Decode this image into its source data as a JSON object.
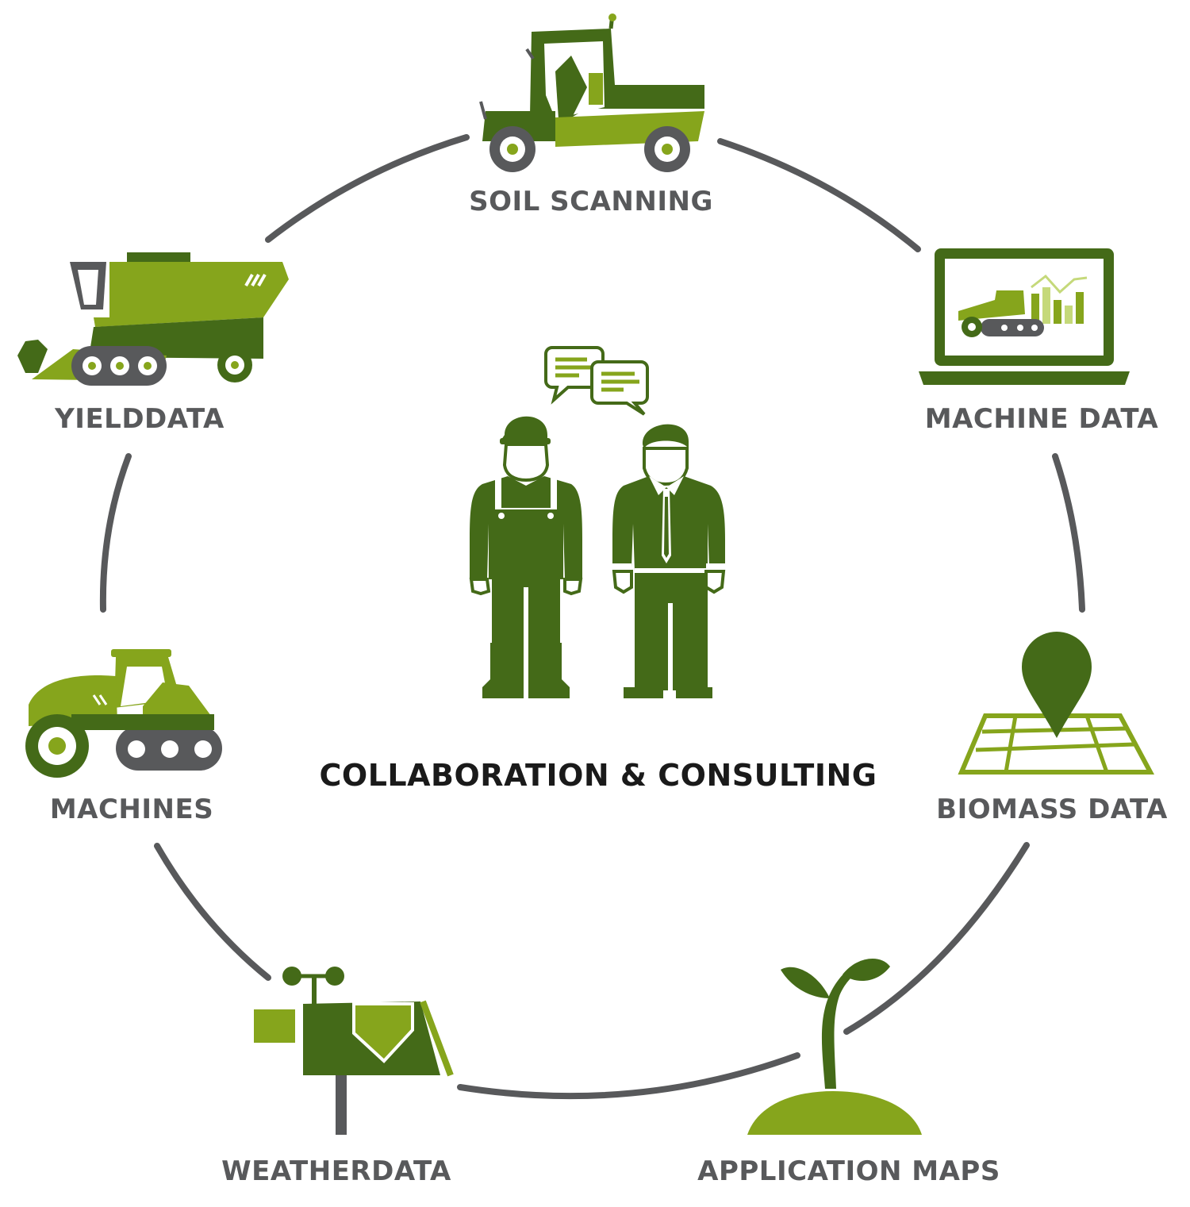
{
  "center": {
    "title": "COLLABORATION & CONSULTING"
  },
  "nodes": [
    {
      "id": "soil-scanning",
      "label": "SOIL SCANNING",
      "icon": "utility-vehicle-icon"
    },
    {
      "id": "machine-data",
      "label": "MACHINE DATA",
      "icon": "laptop-chart-icon"
    },
    {
      "id": "biomass-data",
      "label": "BIOMASS DATA",
      "icon": "map-pin-field-icon"
    },
    {
      "id": "application-maps",
      "label": "APPLICATION MAPS",
      "icon": "seedling-icon"
    },
    {
      "id": "weatherdata",
      "label": "WEATHERDATA",
      "icon": "weather-station-icon"
    },
    {
      "id": "machines",
      "label": "MACHINES",
      "icon": "crawler-tractor-icon"
    },
    {
      "id": "yielddata",
      "label": "YIELDDATA",
      "icon": "combine-harvester-icon"
    }
  ],
  "colors": {
    "dark_green": "#446a18",
    "light_green": "#86a51c",
    "pale_green": "#c5d97a",
    "ring_gray": "#58595b",
    "label_gray": "#58595b",
    "title_black": "#1a1a1a"
  }
}
